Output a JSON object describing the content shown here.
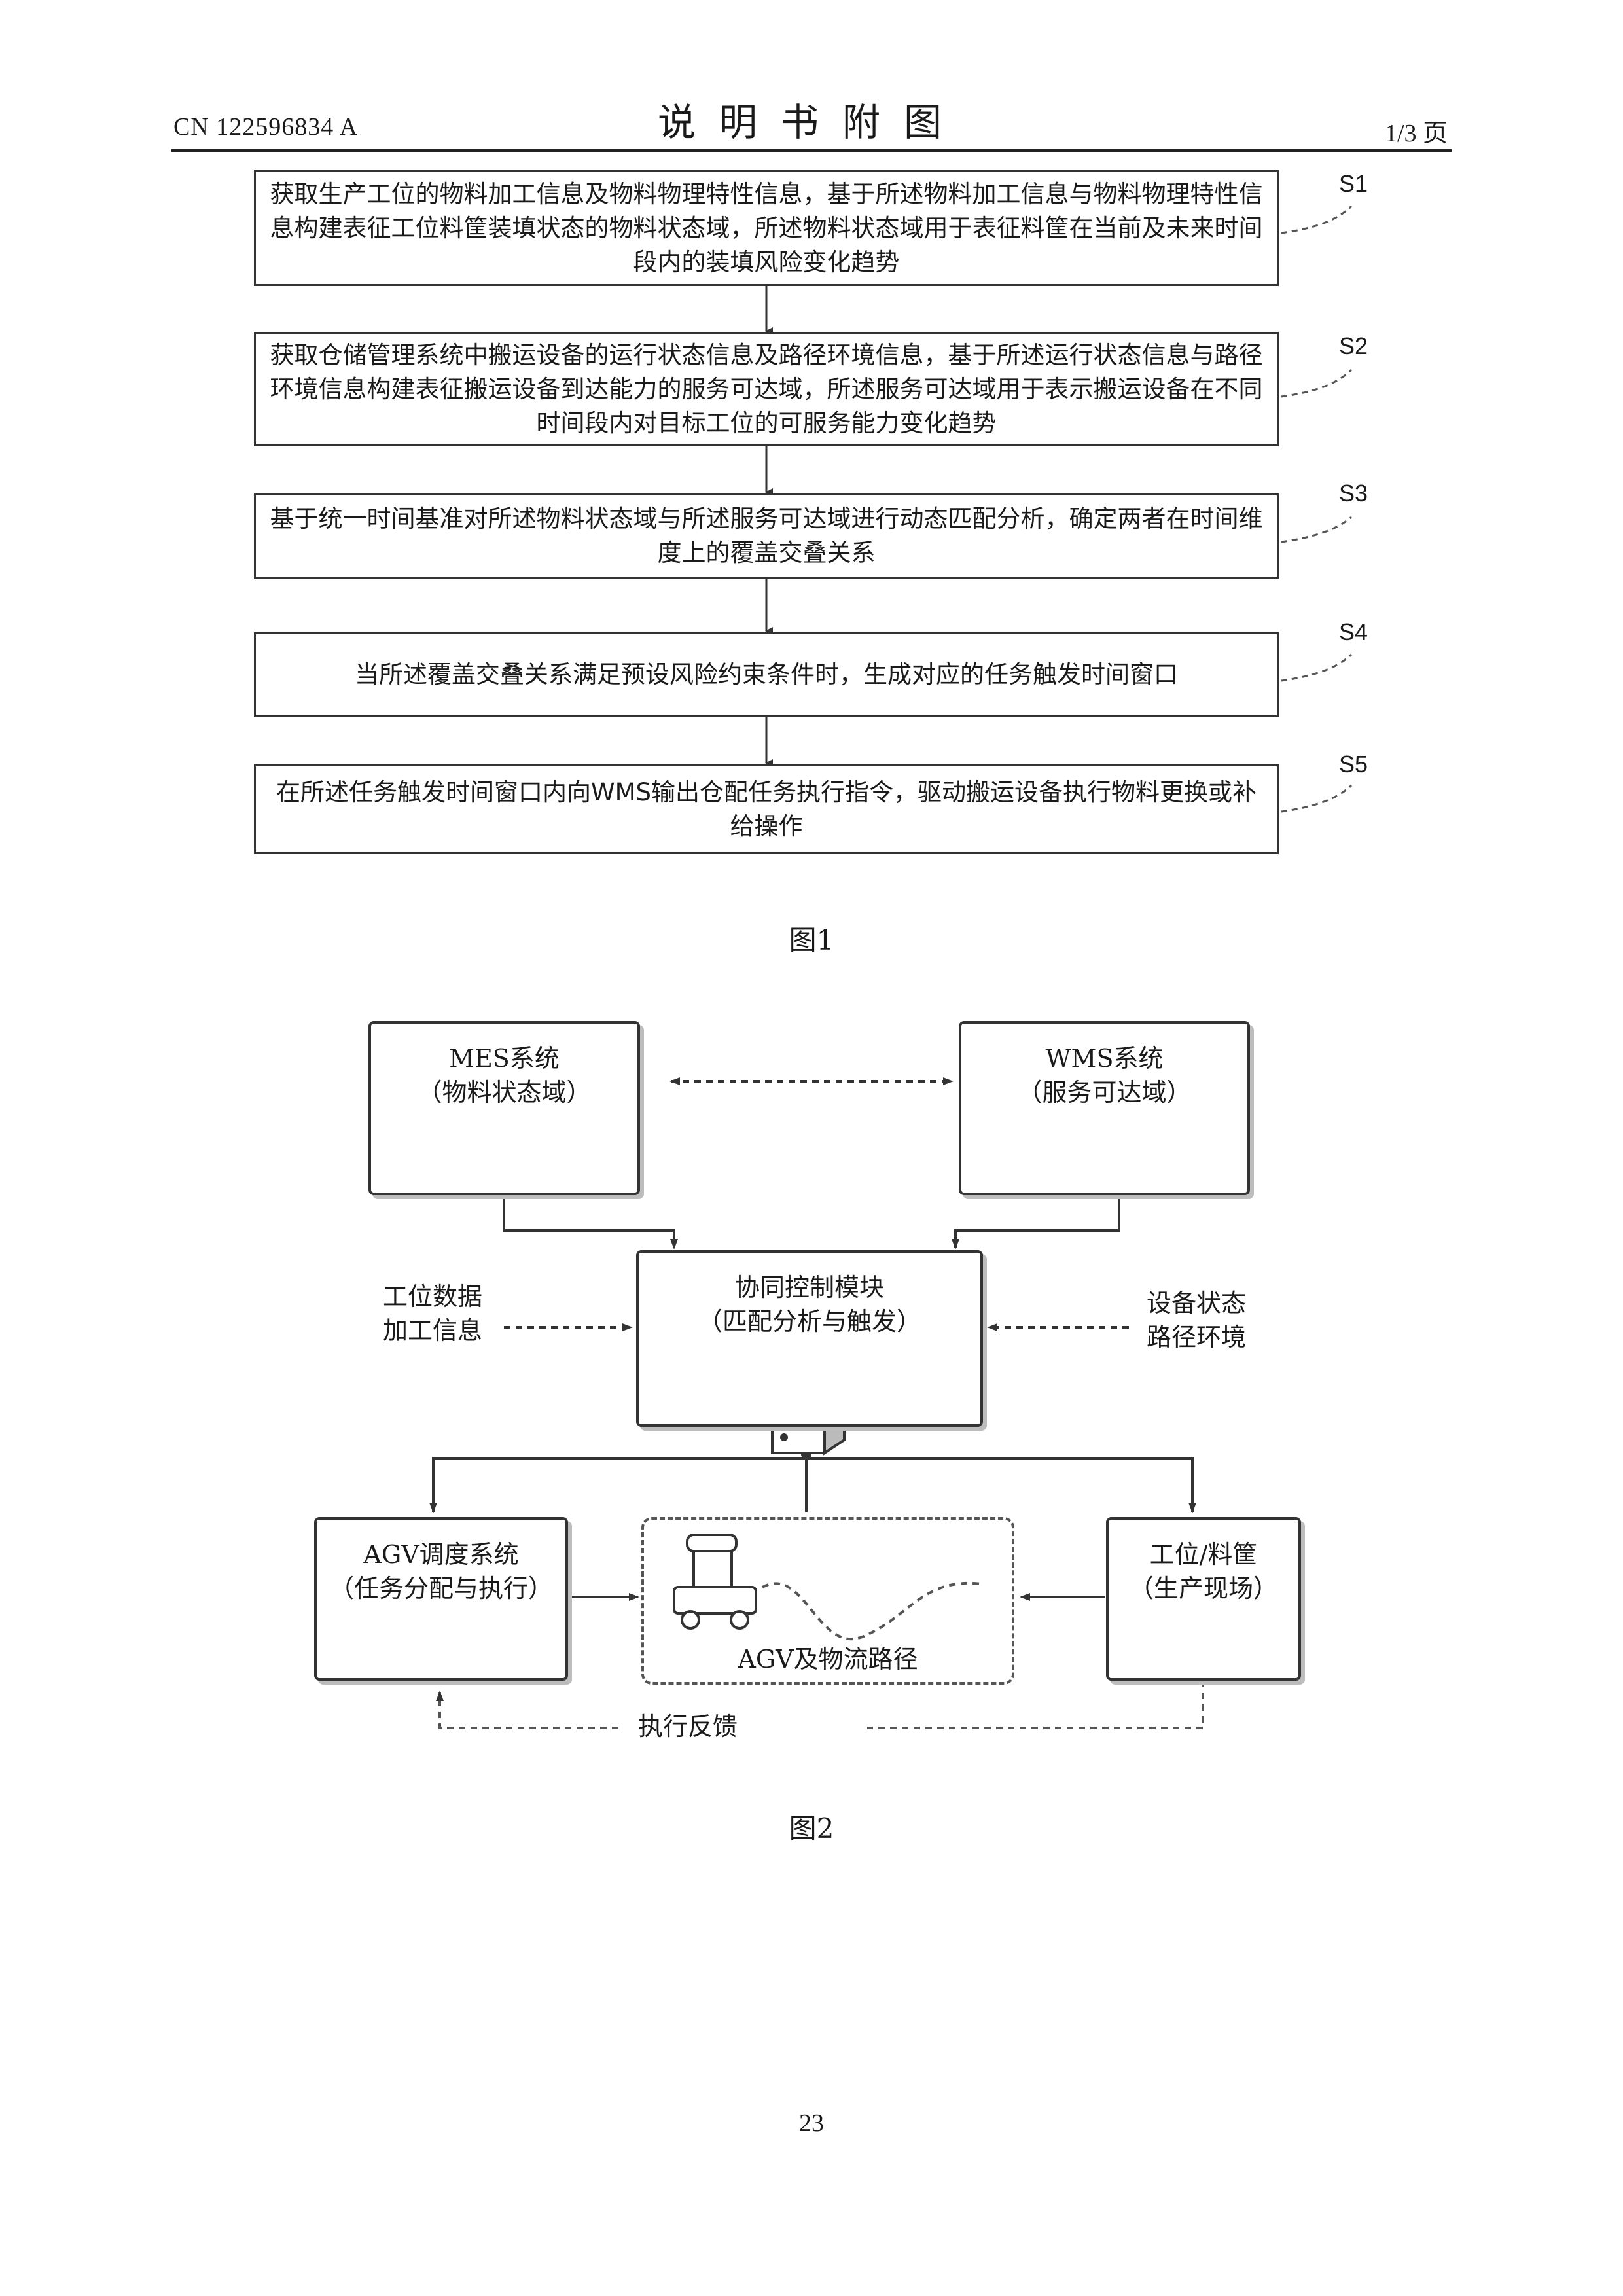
{
  "header": {
    "pub_number": "CN 122596834 A",
    "title": "说明书附图",
    "page_of": "1/3 页"
  },
  "fig1": {
    "steps": [
      {
        "label": "S1",
        "text": "获取生产工位的物料加工信息及物料物理特性信息，基于所述物料加工信息与物料物理特性信息构建表征工位料筐装填状态的物料状态域，所述物料状态域用于表征料筐在当前及未来时间段内的装填风险变化趋势"
      },
      {
        "label": "S2",
        "text": "获取仓储管理系统中搬运设备的运行状态信息及路径环境信息，基于所述运行状态信息与路径环境信息构建表征搬运设备到达能力的服务可达域，所述服务可达域用于表示搬运设备在不同时间段内对目标工位的可服务能力变化趋势"
      },
      {
        "label": "S3",
        "text": "基于统一时间基准对所述物料状态域与所述服务可达域进行动态匹配分析，确定两者在时间维度上的覆盖交叠关系"
      },
      {
        "label": "S4",
        "text": "当所述覆盖交叠关系满足预设风险约束条件时，生成对应的任务触发时间窗口"
      },
      {
        "label": "S5",
        "text": "在所述任务触发时间窗口内向WMS输出仓配任务执行指令，驱动搬运设备执行物料更换或补给操作"
      }
    ],
    "caption": "图1"
  },
  "fig2": {
    "mes": {
      "title": "MES系统",
      "subtitle": "（物料状态域）"
    },
    "wms": {
      "title": "WMS系统",
      "subtitle": "（服务可达域）"
    },
    "control": {
      "title": "协同控制模块",
      "subtitle": "（匹配分析与触发）"
    },
    "left_input": [
      "工位数据",
      "加工信息"
    ],
    "right_input": [
      "设备状态",
      "路径环境"
    ],
    "agv_dispatch": {
      "title": "AGV调度系统",
      "subtitle": "（任务分配与执行）"
    },
    "agv_path": {
      "title": "AGV及物流路径"
    },
    "station": {
      "title": "工位/料筐",
      "subtitle": "（生产现场）"
    },
    "feedback": "执行反馈",
    "caption": "图2"
  },
  "page_number": "23"
}
